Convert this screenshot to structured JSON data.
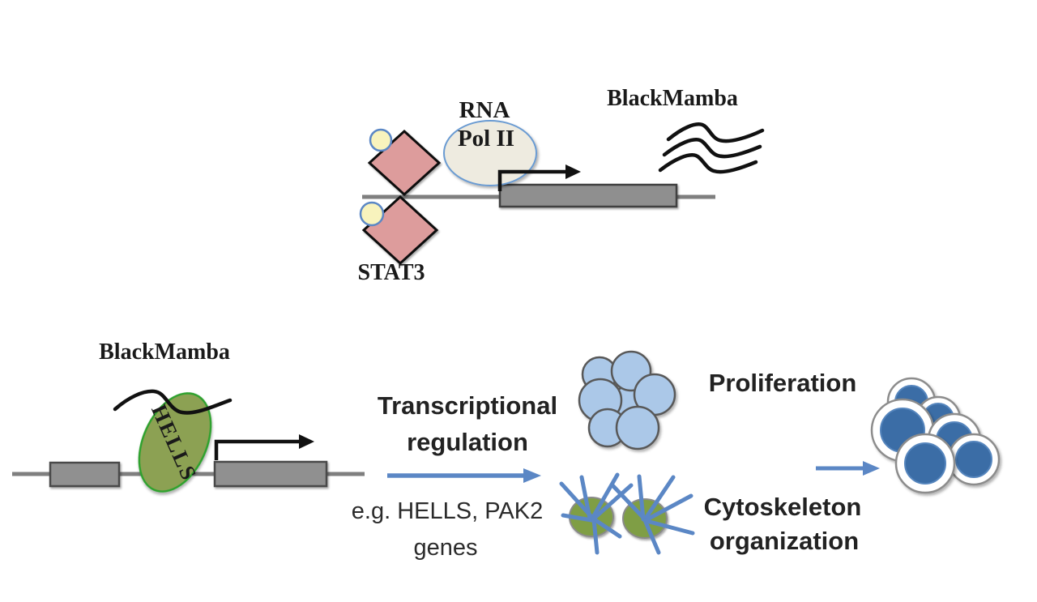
{
  "figure": {
    "background": "#ffffff",
    "top_panel": {
      "stat3_label": "STAT3",
      "rna_label": "RNA",
      "polii_label": "Pol II",
      "transcript_label": "BlackMamba"
    },
    "bottom_panel": {
      "lncrna_label": "BlackMamba",
      "hells_label": "HELLS",
      "process_title_line1": "Transcriptional",
      "process_title_line2": "regulation",
      "process_sub_line1": "e.g. HELLS, PAK2",
      "process_sub_line2": "genes",
      "outcome1_label": "Proliferation",
      "outcome2_line1": "Cytoskeleton",
      "outcome2_line2": "organization"
    },
    "colors": {
      "accent_blue": "#5b87c5",
      "stat3_pink": "#dd9c9c",
      "phospho_yellow": "#f8f3bd",
      "polii_cream": "#eeebe0",
      "gene_gray": "#8f8f8f",
      "dna_gray": "#7f7f7f",
      "hells_olive": "#8ca153",
      "hells_border_green": "#2fa12f",
      "cell_light_blue": "#abc8e8",
      "cytoskeleton_olive": "#7f9e45",
      "nucleus_dark_blue": "#3a6da6",
      "ink_black": "#111111"
    }
  }
}
